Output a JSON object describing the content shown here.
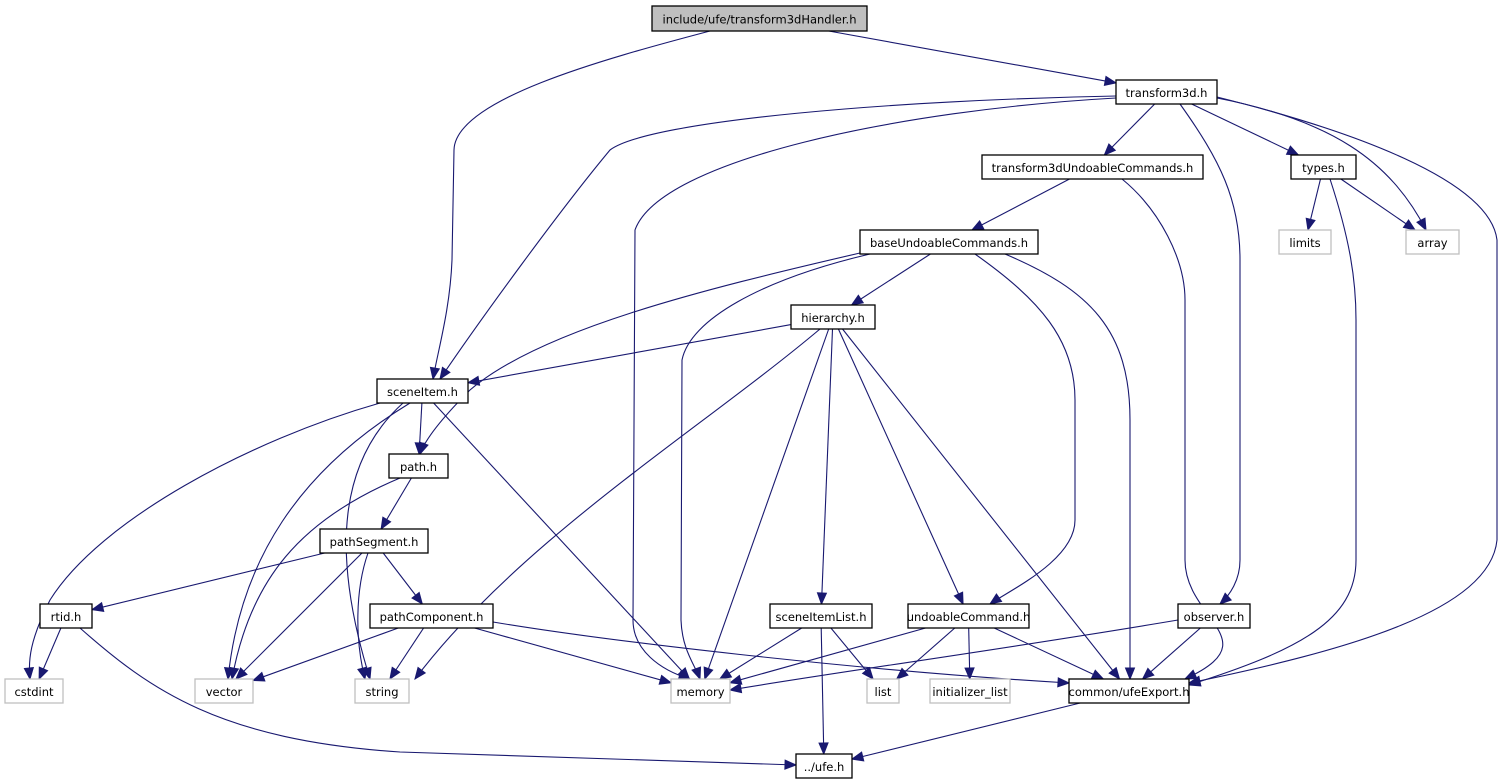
{
  "diagram": {
    "type": "include-dependency-graph",
    "root": "include/ufe/transform3dHandler.h",
    "colors": {
      "root_fill": "#bfbfbf",
      "header_fill": "#ffffff",
      "header_border": "#000000",
      "system_border": "#bfbfbf",
      "system_text": "#000000",
      "edge": "#191970"
    },
    "nodes": [
      {
        "id": "transform3dHandler",
        "label": "include/ufe/transform3dHandler.h",
        "kind": "root"
      },
      {
        "id": "transform3d",
        "label": "transform3d.h",
        "kind": "header"
      },
      {
        "id": "transform3dUndoableCommands",
        "label": "transform3dUndoableCommands.h",
        "kind": "header"
      },
      {
        "id": "types",
        "label": "types.h",
        "kind": "header"
      },
      {
        "id": "limits",
        "label": "limits",
        "kind": "system"
      },
      {
        "id": "array",
        "label": "array",
        "kind": "system"
      },
      {
        "id": "baseUndoableCommands",
        "label": "baseUndoableCommands.h",
        "kind": "header"
      },
      {
        "id": "hierarchy",
        "label": "hierarchy.h",
        "kind": "header"
      },
      {
        "id": "sceneItem",
        "label": "sceneItem.h",
        "kind": "header"
      },
      {
        "id": "path",
        "label": "path.h",
        "kind": "header"
      },
      {
        "id": "pathSegment",
        "label": "pathSegment.h",
        "kind": "header"
      },
      {
        "id": "rtid",
        "label": "rtid.h",
        "kind": "header"
      },
      {
        "id": "pathComponent",
        "label": "pathComponent.h",
        "kind": "header"
      },
      {
        "id": "sceneItemList",
        "label": "sceneItemList.h",
        "kind": "header"
      },
      {
        "id": "undoableCommand",
        "label": "undoableCommand.h",
        "kind": "header"
      },
      {
        "id": "observer",
        "label": "observer.h",
        "kind": "header"
      },
      {
        "id": "cstdint",
        "label": "cstdint",
        "kind": "system"
      },
      {
        "id": "vector",
        "label": "vector",
        "kind": "system"
      },
      {
        "id": "string",
        "label": "string",
        "kind": "system"
      },
      {
        "id": "memory",
        "label": "memory",
        "kind": "system"
      },
      {
        "id": "list",
        "label": "list",
        "kind": "system"
      },
      {
        "id": "initializer_list",
        "label": "initializer_list",
        "kind": "system"
      },
      {
        "id": "ufeExport",
        "label": "common/ufeExport.h",
        "kind": "header"
      },
      {
        "id": "ufe",
        "label": "../ufe.h",
        "kind": "header"
      }
    ],
    "edges": [
      [
        "transform3dHandler",
        "transform3d"
      ],
      [
        "transform3dHandler",
        "sceneItem"
      ],
      [
        "transform3d",
        "transform3dUndoableCommands"
      ],
      [
        "transform3d",
        "types"
      ],
      [
        "transform3d",
        "array"
      ],
      [
        "transform3d",
        "sceneItem"
      ],
      [
        "transform3d",
        "memory"
      ],
      [
        "transform3d",
        "observer"
      ],
      [
        "transform3d",
        "ufeExport"
      ],
      [
        "types",
        "limits"
      ],
      [
        "types",
        "array"
      ],
      [
        "types",
        "ufeExport"
      ],
      [
        "transform3dUndoableCommands",
        "baseUndoableCommands"
      ],
      [
        "transform3dUndoableCommands",
        "ufeExport"
      ],
      [
        "baseUndoableCommands",
        "hierarchy"
      ],
      [
        "baseUndoableCommands",
        "path"
      ],
      [
        "baseUndoableCommands",
        "memory"
      ],
      [
        "baseUndoableCommands",
        "undoableCommand"
      ],
      [
        "baseUndoableCommands",
        "ufeExport"
      ],
      [
        "hierarchy",
        "sceneItem"
      ],
      [
        "hierarchy",
        "string"
      ],
      [
        "hierarchy",
        "memory"
      ],
      [
        "hierarchy",
        "sceneItemList"
      ],
      [
        "hierarchy",
        "undoableCommand"
      ],
      [
        "hierarchy",
        "ufeExport"
      ],
      [
        "sceneItem",
        "path"
      ],
      [
        "sceneItem",
        "cstdint"
      ],
      [
        "sceneItem",
        "vector"
      ],
      [
        "sceneItem",
        "string"
      ],
      [
        "sceneItem",
        "memory"
      ],
      [
        "path",
        "pathSegment"
      ],
      [
        "path",
        "vector"
      ],
      [
        "pathSegment",
        "rtid"
      ],
      [
        "pathSegment",
        "pathComponent"
      ],
      [
        "pathSegment",
        "vector"
      ],
      [
        "pathSegment",
        "string"
      ],
      [
        "rtid",
        "cstdint"
      ],
      [
        "rtid",
        "ufe"
      ],
      [
        "pathComponent",
        "vector"
      ],
      [
        "pathComponent",
        "string"
      ],
      [
        "pathComponent",
        "memory"
      ],
      [
        "pathComponent",
        "ufeExport"
      ],
      [
        "sceneItemList",
        "memory"
      ],
      [
        "sceneItemList",
        "list"
      ],
      [
        "sceneItemList",
        "ufe"
      ],
      [
        "undoableCommand",
        "memory"
      ],
      [
        "undoableCommand",
        "list"
      ],
      [
        "undoableCommand",
        "initializer_list"
      ],
      [
        "undoableCommand",
        "ufeExport"
      ],
      [
        "observer",
        "memory"
      ],
      [
        "observer",
        "ufeExport"
      ],
      [
        "ufeExport",
        "ufe"
      ]
    ]
  }
}
